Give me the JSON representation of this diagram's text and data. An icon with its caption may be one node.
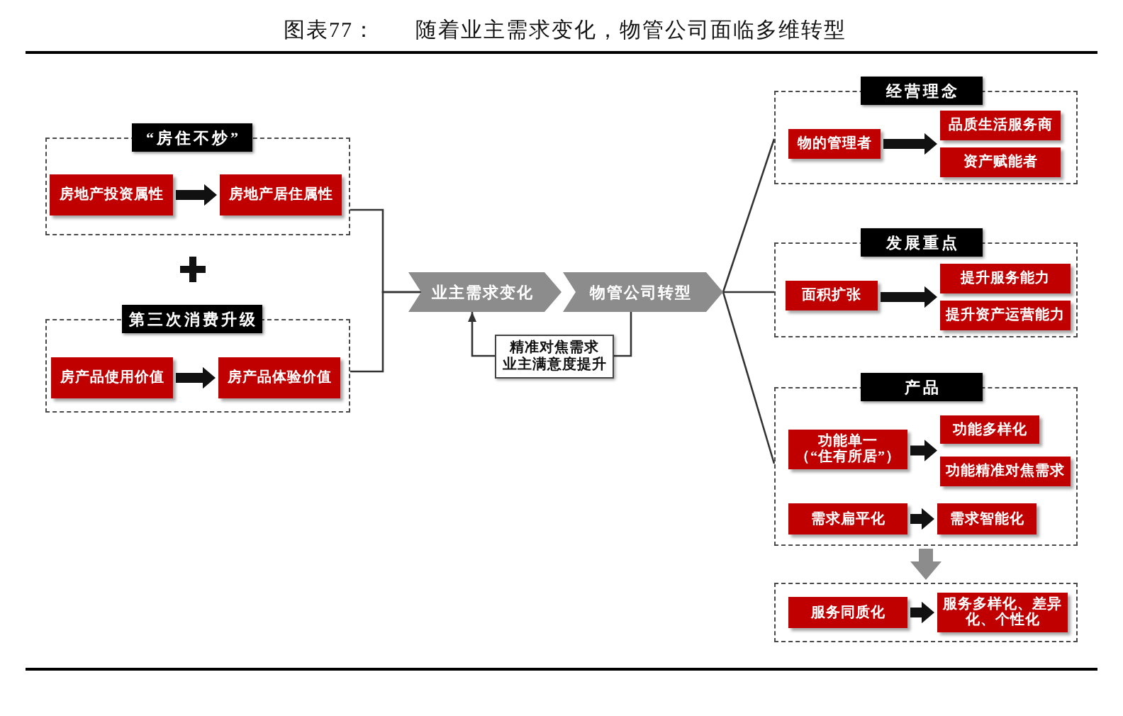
{
  "diagram": {
    "title": "随着业主需求变化，物管公司面临多维转型",
    "nodes": [
      {
        "text": [
          "“房住不炒”"
        ]
      },
      {
        "text": [
          "房地产投资属性"
        ],
        "in": 0
      },
      {
        "text": [
          "房地产居住属性"
        ],
        "in": 0
      },
      {
        "text": [
          "第三次消费升级"
        ]
      },
      {
        "text": [
          "房产品使用价值"
        ],
        "in": 3
      },
      {
        "text": [
          "房产品体验价值"
        ],
        "in": 3
      },
      {
        "text": [
          "业主需求变化"
        ]
      },
      {
        "text": [
          "物管公司转型"
        ]
      },
      {
        "text": [
          "精准对焦需求",
          "业主满意度提升"
        ]
      },
      {
        "text": [
          "经营理念"
        ]
      },
      {
        "text": [
          "物的管理者"
        ],
        "in": 9
      },
      {
        "text": [
          "品质生活服务商"
        ],
        "in": 9
      },
      {
        "text": [
          "资产赋能者"
        ],
        "in": 9
      },
      {
        "text": [
          "发展重点"
        ]
      },
      {
        "text": [
          "面积扩张"
        ],
        "in": 13
      },
      {
        "text": [
          "提升服务能力"
        ],
        "in": 13
      },
      {
        "text": [
          "提升资产运营能力"
        ],
        "in": 13
      },
      {
        "text": [
          "产品"
        ]
      },
      {
        "text": [
          "功能单一",
          "（“住有所居”）"
        ],
        "in": 17
      },
      {
        "text": [
          "功能多样化"
        ],
        "in": 17
      },
      {
        "text": [
          "功能精准对焦需求"
        ],
        "in": 17
      },
      {
        "text": [
          "需求扁平化"
        ],
        "in": 17
      },
      {
        "text": [
          "需求智能化"
        ],
        "in": 17
      },
      {
        "text": [],
        "shape": "box"
      },
      {
        "text": [
          "服务同质化"
        ],
        "in": 23
      },
      {
        "text": [
          "服务多样化、差异化、个性化"
        ],
        "in": 23
      }
    ],
    "edges": [
      {
        "from": 1,
        "to": 2,
        "arrow": "to"
      },
      {
        "from": 4,
        "to": 5,
        "arrow": "to"
      },
      {
        "from": 0,
        "to": 6,
        "arrow": "none"
      },
      {
        "from": 3,
        "to": 6,
        "arrow": "none"
      },
      {
        "from": 7,
        "to": 8,
        "arrow": "none"
      },
      {
        "from": 8,
        "to": 6,
        "arrow": "to"
      },
      {
        "from": 7,
        "to": 9,
        "arrow": "none"
      },
      {
        "from": 7,
        "to": 13,
        "arrow": "none"
      },
      {
        "from": 7,
        "to": 17,
        "arrow": "none"
      },
      {
        "from": 10,
        "to": 11,
        "arrow": "to"
      },
      {
        "from": 10,
        "to": 12,
        "arrow": "to"
      },
      {
        "from": 14,
        "to": 15,
        "arrow": "to"
      },
      {
        "from": 14,
        "to": 16,
        "arrow": "to"
      },
      {
        "from": 18,
        "to": 19,
        "arrow": "to"
      },
      {
        "from": 18,
        "to": 20,
        "arrow": "to"
      },
      {
        "from": 21,
        "to": 22,
        "arrow": "to"
      },
      {
        "from": 17,
        "to": 23,
        "arrow": "to",
        "color": "#8c8c8c"
      },
      {
        "from": 24,
        "to": 25,
        "arrow": "to"
      }
    ],
    "labels": [
      "图表77："
    ]
  }
}
